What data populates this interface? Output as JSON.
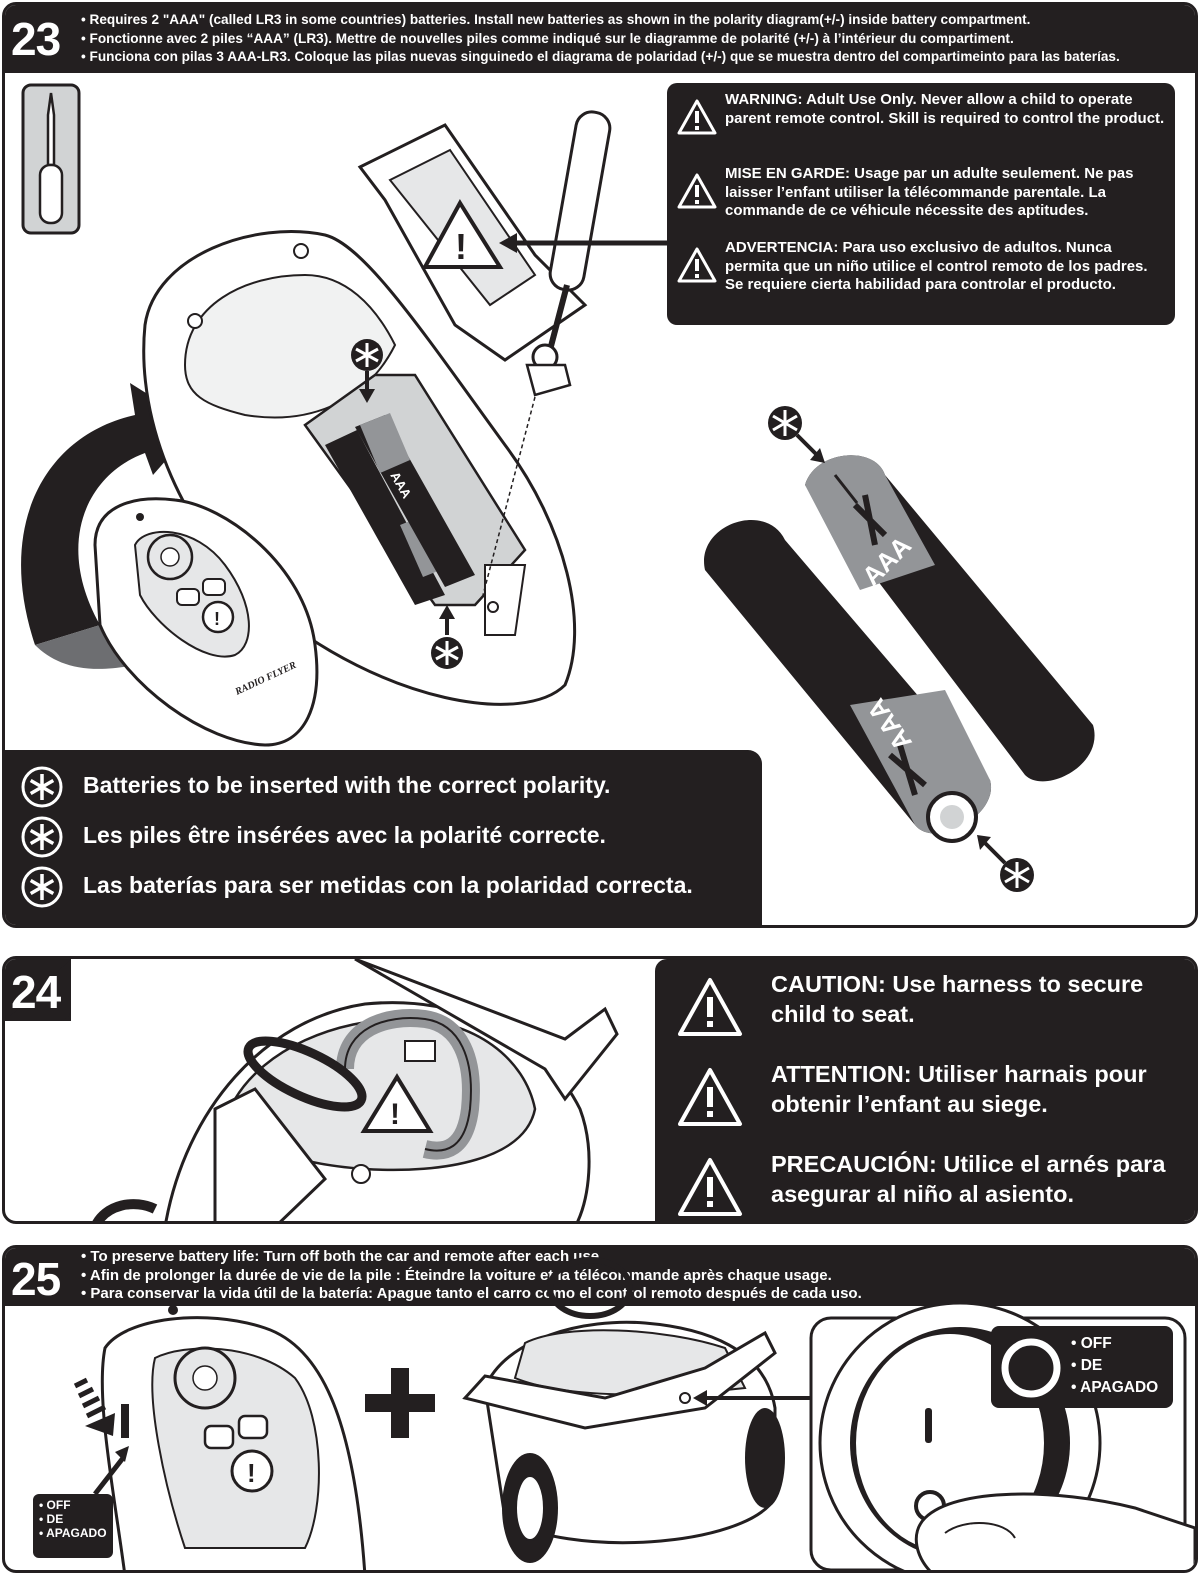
{
  "step23": {
    "number": "23",
    "instructions": [
      "• Requires 2 \"AAA\" (called LR3 in some countries) batteries.  Install new batteries as shown in the polarity diagram(+/-) inside battery compartment.",
      "• Fonctionne avec 2 piles “AAA” (LR3). Mettre de nouvelles piles comme indiqué sur le diagramme de polarité (+/-) à l’intérieur du compartiment.",
      "• Funciona con pilas 3 AAA-LR3.  Coloque las pilas nuevas singuinedo el diagrama de polaridad (+/-) que se muestra dentro del compartimeinto para las baterías."
    ],
    "warnings": [
      "WARNING:  Adult Use Only.  Never allow a child to operate parent remote control.  Skill is required to control the product.",
      "MISE EN GARDE:  Usage par un adulte seulement.  Ne pas laisser l’enfant utiliser la télécommande parentale.  La commande de ce véhicule nécessite des aptitudes.",
      "ADVERTENCIA:  Para uso exclusivo de adultos.  Nunca permita que un niño utilice el control remoto de los padres.  Se requiere cierta habilidad para controlar el producto."
    ],
    "polarity_notes": [
      "Batteries to be inserted with the correct polarity.",
      "Les piles être insérées avec la polarité correcte.",
      "Las baterías para ser metidas con la polaridad correcta."
    ],
    "battery_label": "AAA",
    "brand_label": "RADIO FLYER"
  },
  "step24": {
    "number": "24",
    "cautions": [
      "CAUTION: Use harness to secure child to seat.",
      "ATTENTION: Utiliser harnais pour obtenir l’enfant au siege.",
      "PRECAUCIÓN: Utilice el arnés para asegurar al niño al asiento."
    ]
  },
  "step25": {
    "number": "25",
    "instructions": [
      "• To preserve battery life: Turn off both the car and remote after each use.",
      "• Afin de prolonger la durée de vie de la pile : Éteindre la voiture et la télécommande après chaque usage.",
      "• Para conservar la vida útil de la batería: Apague tanto el carro como el control remoto después de cada uso."
    ],
    "off_labels": [
      "• OFF",
      "• DE",
      "• APAGADO"
    ]
  }
}
